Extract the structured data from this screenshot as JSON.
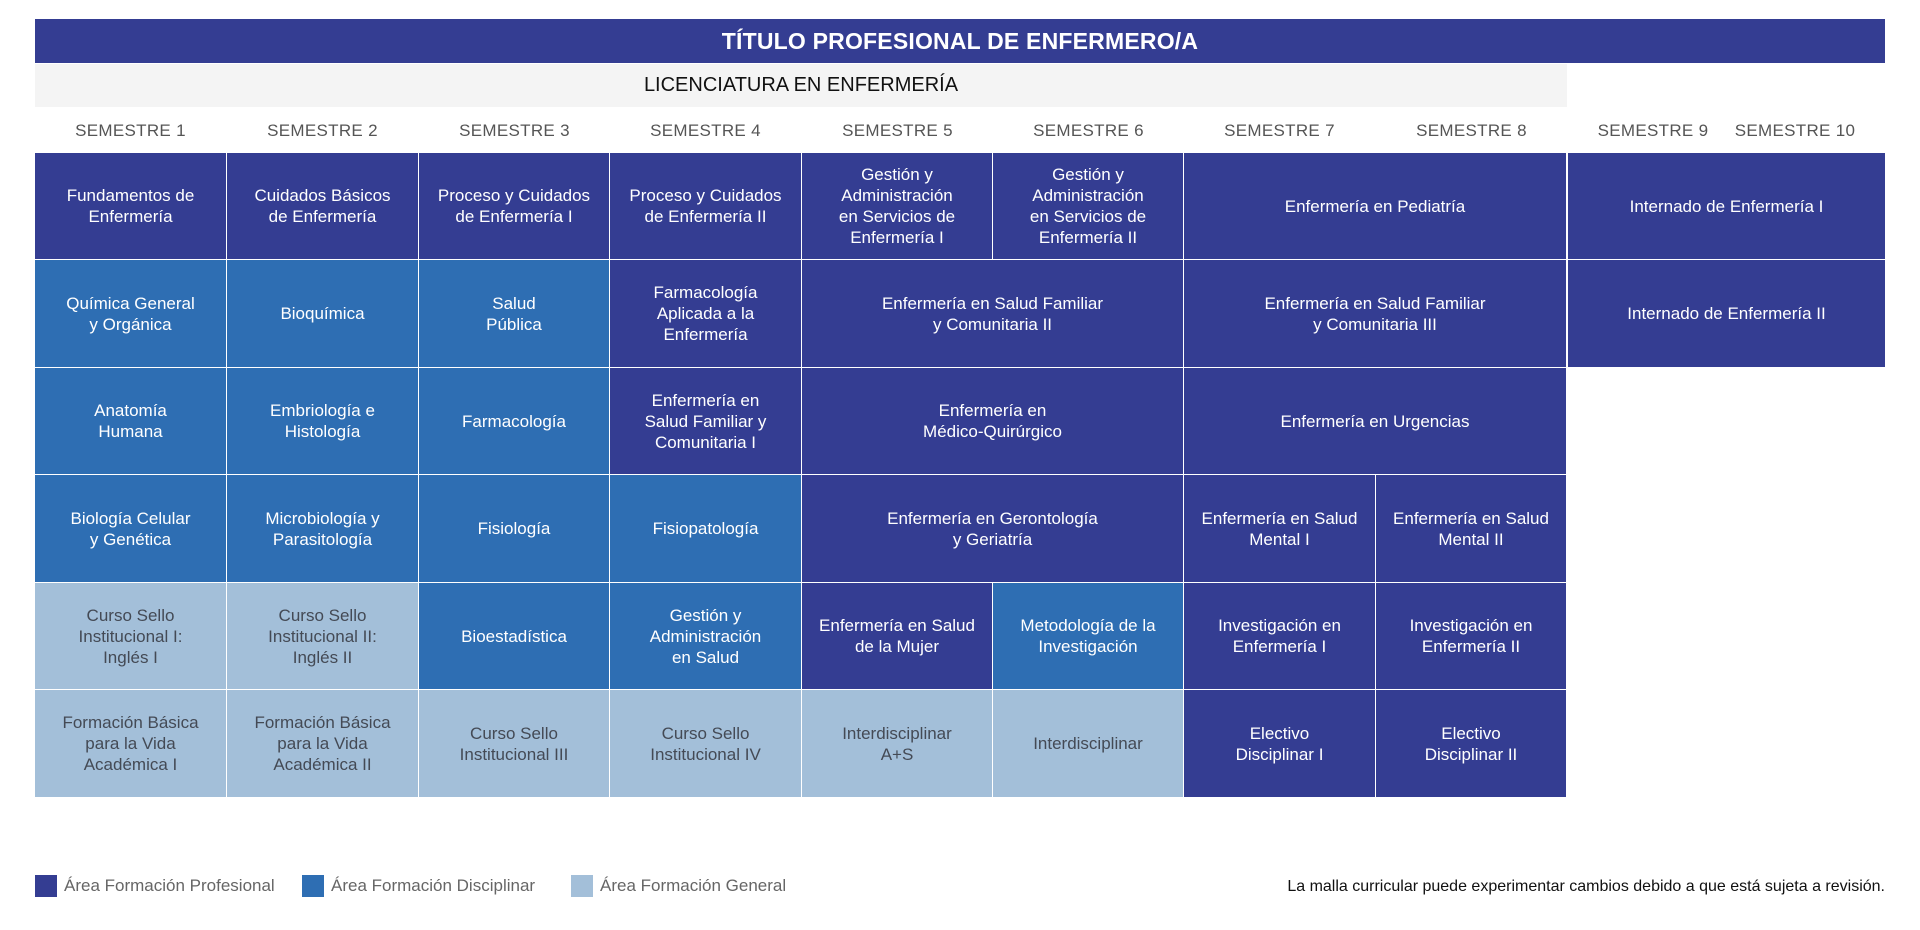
{
  "title": "TÍTULO PROFESIONAL DE ENFERMERO/A",
  "subtitle": "LICENCIATURA EN ENFERMERÍA",
  "semesters": [
    "SEMESTRE 1",
    "SEMESTRE 2",
    "SEMESTRE 3",
    "SEMESTRE 4",
    "SEMESTRE 5",
    "SEMESTRE 6",
    "SEMESTRE 7",
    "SEMESTRE 8",
    "SEMESTRE 9",
    "SEMESTRE 10"
  ],
  "colors": {
    "profesional": "#343d92",
    "disciplinar": "#2e6eb3",
    "general": "#a3bfd9"
  },
  "courses": [
    {
      "label": "Fundamentos de\nEnfermería",
      "area": "profesional"
    },
    {
      "label": "Cuidados Básicos\nde Enfermería",
      "area": "profesional"
    },
    {
      "label": "Proceso y Cuidados\nde Enfermería I",
      "area": "profesional"
    },
    {
      "label": "Proceso y Cuidados\nde Enfermería II",
      "area": "profesional"
    },
    {
      "label": "Gestión y\nAdministración\nen Servicios de\nEnfermería I",
      "area": "profesional"
    },
    {
      "label": "Gestión y\nAdministración\nen Servicios de\nEnfermería II",
      "area": "profesional"
    },
    {
      "label": "Enfermería en Pediatría",
      "area": "profesional"
    },
    {
      "label": "Internado de Enfermería I",
      "area": "profesional"
    },
    {
      "label": "Química General\ny Orgánica",
      "area": "disciplinar"
    },
    {
      "label": "Bioquímica",
      "area": "disciplinar"
    },
    {
      "label": "Salud\nPública",
      "area": "disciplinar"
    },
    {
      "label": "Farmacología\nAplicada a la\nEnfermería",
      "area": "profesional"
    },
    {
      "label": "Enfermería en Salud Familiar\ny Comunitaria II",
      "area": "profesional"
    },
    {
      "label": "Enfermería en Salud Familiar\ny Comunitaria III",
      "area": "profesional"
    },
    {
      "label": "Internado de Enfermería II",
      "area": "profesional"
    },
    {
      "label": "Anatomía\nHumana",
      "area": "disciplinar"
    },
    {
      "label": "Embriología e\nHistología",
      "area": "disciplinar"
    },
    {
      "label": "Farmacología",
      "area": "disciplinar"
    },
    {
      "label": "Enfermería en\nSalud Familiar y\nComunitaria I",
      "area": "profesional"
    },
    {
      "label": "Enfermería en\nMédico-Quirúrgico",
      "area": "profesional"
    },
    {
      "label": "Enfermería en Urgencias",
      "area": "profesional"
    },
    {
      "label": "Biología Celular\ny Genética",
      "area": "disciplinar"
    },
    {
      "label": "Microbiología y\nParasitología",
      "area": "disciplinar"
    },
    {
      "label": "Fisiología",
      "area": "disciplinar"
    },
    {
      "label": "Fisiopatología",
      "area": "disciplinar"
    },
    {
      "label": "Enfermería en Gerontología\ny Geriatría",
      "area": "profesional"
    },
    {
      "label": "Enfermería en Salud\nMental I",
      "area": "profesional"
    },
    {
      "label": "Enfermería en Salud\nMental II",
      "area": "profesional"
    },
    {
      "label": "Curso Sello\nInstitucional I:\nInglés I",
      "area": "general"
    },
    {
      "label": "Curso Sello\nInstitucional II:\nInglés II",
      "area": "general"
    },
    {
      "label": "Bioestadística",
      "area": "disciplinar"
    },
    {
      "label": "Gestión y\nAdministración\nen Salud",
      "area": "disciplinar"
    },
    {
      "label": "Enfermería en Salud\nde la Mujer",
      "area": "profesional"
    },
    {
      "label": "Metodología de la\nInvestigación",
      "area": "disciplinar"
    },
    {
      "label": "Investigación en\nEnfermería I",
      "area": "profesional"
    },
    {
      "label": "Investigación en\nEnfermería II",
      "area": "profesional"
    },
    {
      "label": "Formación Básica\npara la Vida\nAcadémica I",
      "area": "general"
    },
    {
      "label": "Formación Básica\npara la Vida\nAcadémica II",
      "area": "general"
    },
    {
      "label": "Curso Sello\nInstitucional III",
      "area": "general"
    },
    {
      "label": "Curso Sello\nInstitucional IV",
      "area": "general"
    },
    {
      "label": "Interdisciplinar\nA+S",
      "area": "general"
    },
    {
      "label": "Interdisciplinar",
      "area": "general"
    },
    {
      "label": "Electivo\nDisciplinar I",
      "area": "profesional"
    },
    {
      "label": "Electivo\nDisciplinar II",
      "area": "profesional"
    }
  ],
  "legend": [
    {
      "label": "Área Formación Profesional",
      "area": "profesional"
    },
    {
      "label": "Área Formación Disciplinar",
      "area": "disciplinar"
    },
    {
      "label": "Área Formación General",
      "area": "general"
    }
  ],
  "note": "La malla curricular puede experimentar cambios debido a que está sujeta a revisión."
}
